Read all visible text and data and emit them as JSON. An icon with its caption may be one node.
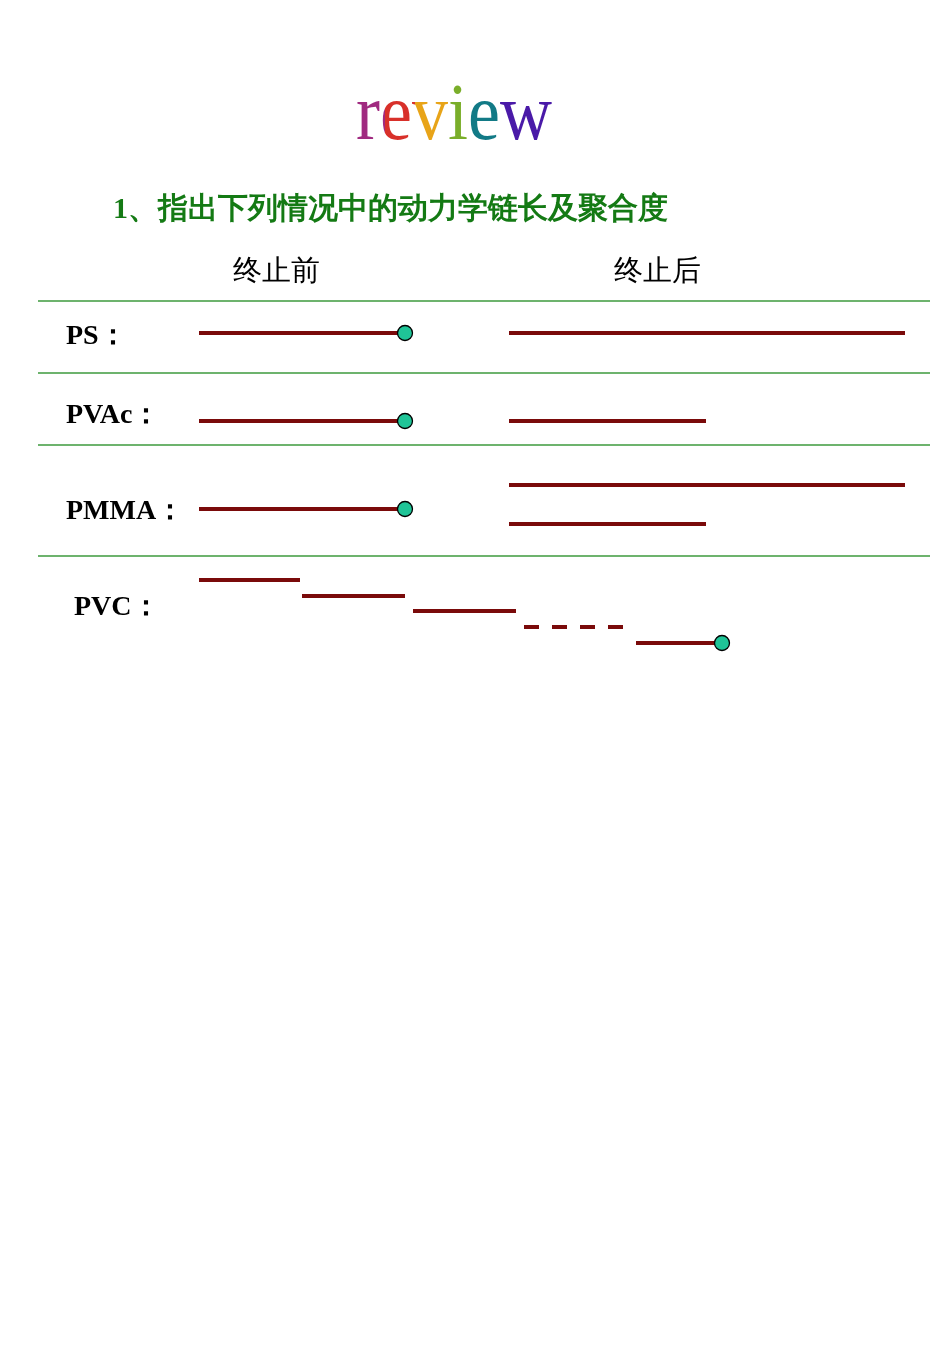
{
  "diagram": {
    "title": "review",
    "labels": [
      "1、指出下列情况中的动力学链长及聚合度",
      "终止前",
      "终止后",
      "PS：",
      "PVAc：",
      "PMMA：",
      "PVC："
    ]
  }
}
